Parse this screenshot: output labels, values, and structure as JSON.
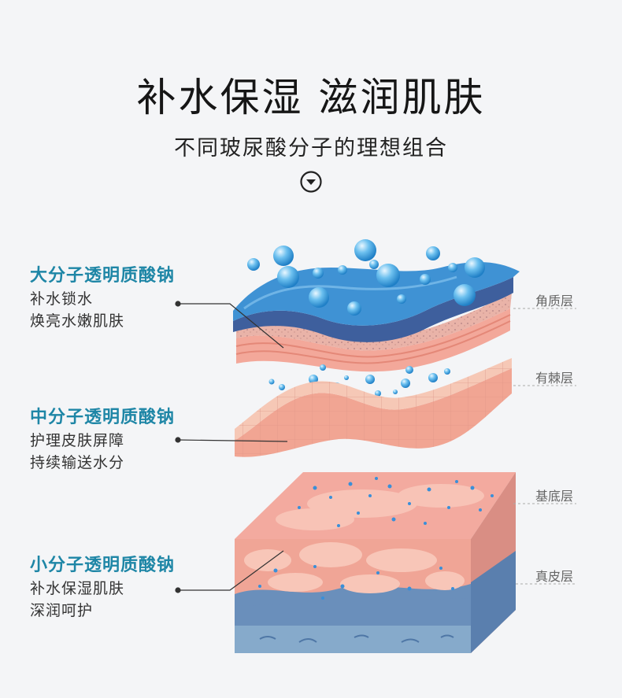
{
  "header": {
    "title": "补水保湿 滋润肌肤",
    "subtitle": "不同玻尿酸分子的理想组合",
    "icon": "chevron-down-circle-icon"
  },
  "molecules": [
    {
      "title": "大分子透明质酸钠",
      "lines": [
        "补水锁水",
        "焕亮水嫩肌肤"
      ]
    },
    {
      "title": "中分子透明质酸钠",
      "lines": [
        "护理皮肤屏障",
        "持续输送水分"
      ]
    },
    {
      "title": "小分子透明质酸钠",
      "lines": [
        "补水保湿肌肤",
        "深润呵护"
      ]
    }
  ],
  "skin_layers": [
    "角质层",
    "有棘层",
    "基底层",
    "真皮层"
  ],
  "colors": {
    "accent": "#1e86a6",
    "water_blue": "#3a9ad9",
    "skin_pink": "#f2a99c",
    "dermis_blue": "#5f88b3"
  }
}
